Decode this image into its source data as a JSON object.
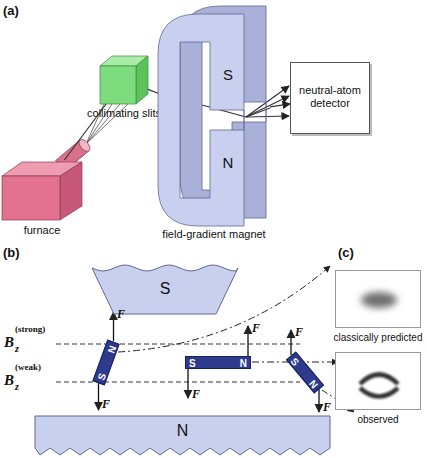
{
  "diagram": {
    "nodes": [
      {
        "text": [
          "furnace"
        ]
      },
      {
        "text": [
          "collimating slits"
        ]
      },
      {
        "text": [
          "S",
          "N",
          "field-gradient magnet"
        ]
      },
      {
        "text": [
          "neutral-atom detector"
        ]
      },
      {
        "text": [
          "S"
        ]
      },
      {
        "text": [
          "N",
          "S"
        ]
      },
      {
        "text": [
          "S",
          "N"
        ]
      },
      {
        "text": [
          "S",
          "N"
        ]
      },
      {
        "text": [
          "N"
        ]
      },
      {
        "text": [
          "classically predicted"
        ]
      },
      {
        "text": [
          "observed"
        ]
      }
    ],
    "edges": [
      {
        "from": 0,
        "to": 1,
        "arrow": "none"
      },
      {
        "from": 1,
        "to": 2,
        "arrow": "none"
      },
      {
        "from": 2,
        "to": 3,
        "arrow": "to"
      }
    ],
    "labels": [
      "(a)",
      "(b)",
      "(c)",
      "F",
      "F",
      "F",
      "F",
      "F",
      "F",
      "B",
      "z",
      "(strong)",
      "B",
      "z",
      "(weak)"
    ]
  }
}
